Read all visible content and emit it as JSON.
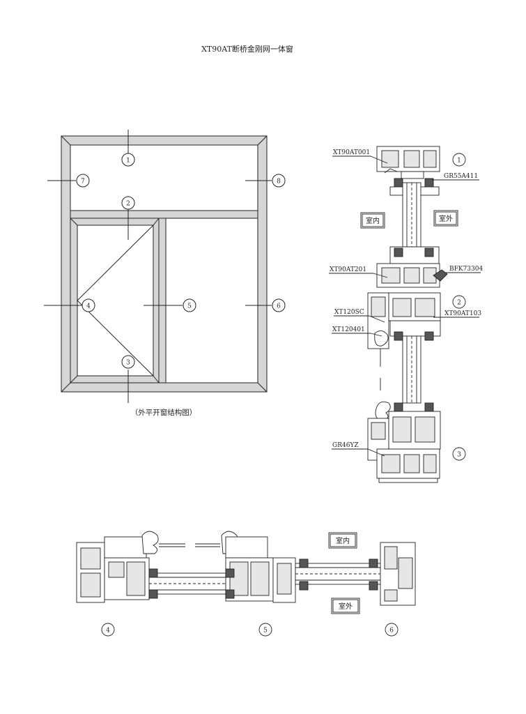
{
  "title": "XT90AT断桥金刚网一体窗",
  "elevation": {
    "caption": "（外平开窗结构图）",
    "markers": [
      "1",
      "2",
      "3",
      "4",
      "5",
      "6",
      "7",
      "8"
    ]
  },
  "vertical_section": {
    "labels": {
      "top_frame": "XT90AT001",
      "top_gasket": "GR55A411",
      "mullion": "XT90AT201",
      "bracket": "BFK73304",
      "screen_sash": "XT120SC",
      "screen_frame": "XT120401",
      "sash": "XT90AT103",
      "bottom_gasket": "GR46YZ"
    },
    "room_indoor": "室内",
    "room_outdoor": "室外",
    "markers": [
      "1",
      "2",
      "3"
    ]
  },
  "horizontal_section": {
    "room_indoor": "室内",
    "room_outdoor": "室外",
    "markers": [
      "4",
      "5",
      "6"
    ]
  },
  "colors": {
    "line": "#222222",
    "frame_fill": "#d6d6d6",
    "hatch": "#9a9a9a"
  }
}
